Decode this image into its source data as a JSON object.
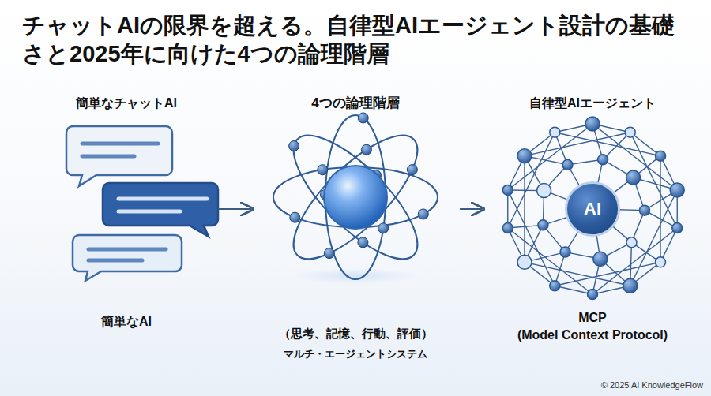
{
  "diagram": {
    "title": "チャットAIの限界を超える。自律型AIエージェント設計の基礎さと2025年に向けた4つの論理階層",
    "nodes": [
      {
        "text": [
          "AI"
        ]
      }
    ],
    "labels": [
      "簡単なチャットAI",
      "4つの論理階層",
      "自律型AIエージェント",
      "簡単なAI",
      "（思考、記憶、行動、評価）",
      "マルチ・エージェントシステム",
      "MCP",
      "(Model Context Protocol)",
      "© 2025 AI KnowledgeFlow"
    ]
  }
}
